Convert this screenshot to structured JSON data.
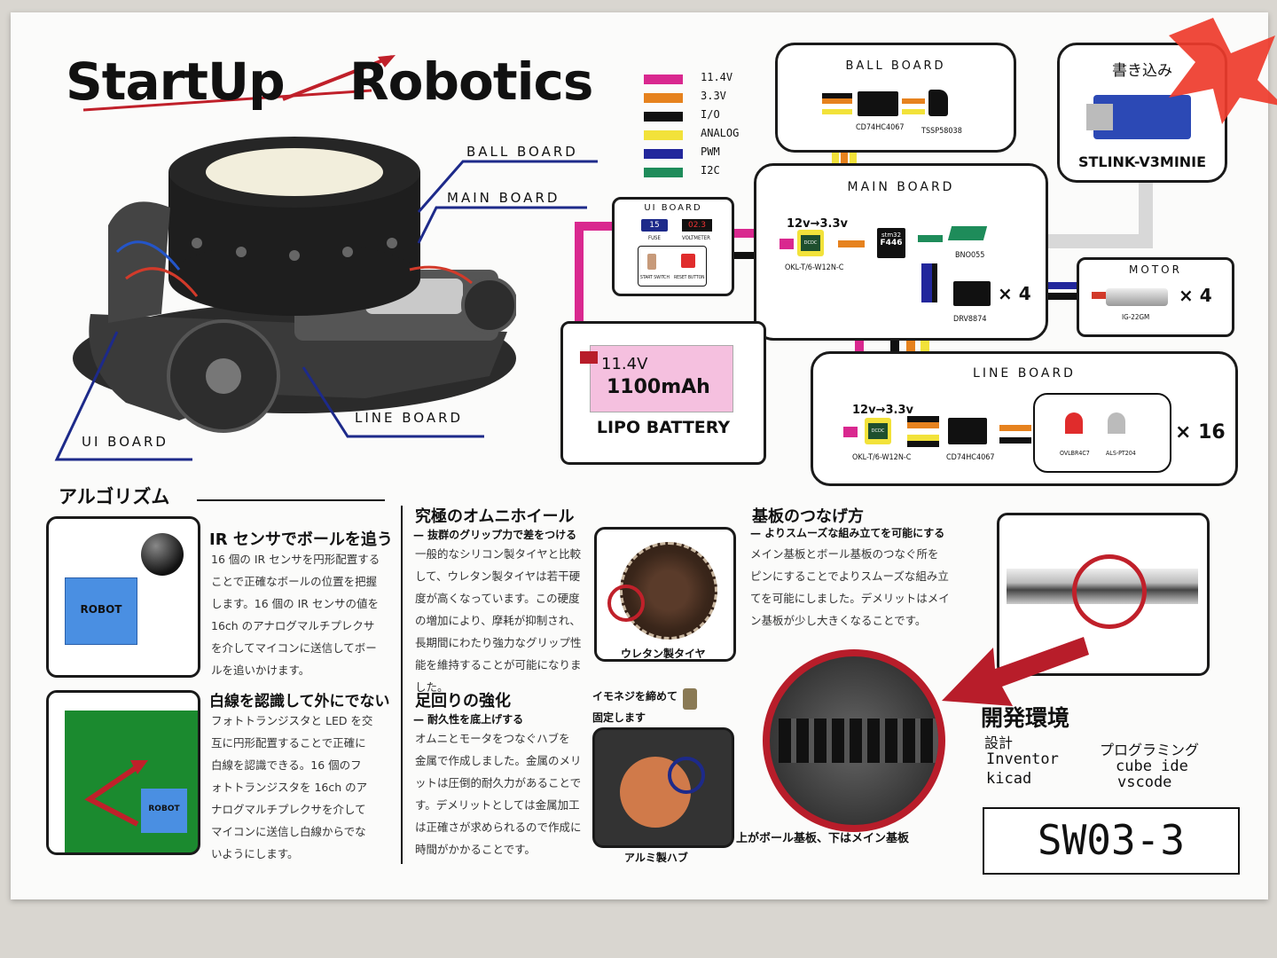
{
  "title": {
    "part1": "StartUp",
    "part2": "Robotics"
  },
  "legend": [
    {
      "label": "11.4V",
      "color": "#d9288f"
    },
    {
      "label": "3.3V",
      "color": "#e6821e"
    },
    {
      "label": "I/O",
      "color": "#111111"
    },
    {
      "label": "ANALOG",
      "color": "#f2e23a"
    },
    {
      "label": "PWM",
      "color": "#22279c"
    },
    {
      "label": "I2C",
      "color": "#1e8c5a"
    }
  ],
  "robot_labels": {
    "ball": "BALL BOARD",
    "main": "MAIN BOARD",
    "line": "LINE BOARD",
    "ui": "UI BOARD"
  },
  "ball_board": {
    "title": "BALL BOARD",
    "chip1": "CD74HC4067",
    "chip2": "TSSP58038"
  },
  "writer": {
    "title": "書き込み",
    "name": "STLINK-V3MINIE"
  },
  "ui_board": {
    "title": "UI BOARD",
    "fuse_value": "15",
    "fuse": "FUSE",
    "volt_value": "02.3",
    "volt": "VOLTMETER",
    "start": "START SWITCH",
    "reset": "RESET BUTTON"
  },
  "main_board": {
    "title": "MAIN BOARD",
    "reg_label": "12v→3.3v",
    "reg": "OKL-T/6-W12N-C",
    "dcdc": "DCDC",
    "mcu1": "stm32",
    "mcu2": "F446",
    "imu": "BNO055",
    "driver": "DRV8874",
    "mult": "× 4"
  },
  "motor": {
    "title": "MOTOR",
    "name": "IG-22GM",
    "mult": "× 4"
  },
  "battery": {
    "voltage": "11.4V",
    "capacity": "1100mAh",
    "name": "LIPO BATTERY"
  },
  "line_board": {
    "title": "LINE BOARD",
    "reg_label": "12v→3.3v",
    "reg": "OKL-T/6-W12N-C",
    "dcdc": "DCDC",
    "chip": "CD74HC4067",
    "led": "OVLBR4C7",
    "pt": "ALS-PT204",
    "mult": "× 16"
  },
  "algorithm": {
    "heading": "アルゴリズム",
    "robot": "ROBOT",
    "ir_title": "IR センサでボールを追う",
    "ir_lines": [
      "16 個の IR センサを円形配置する",
      "ことで正確なボールの位置を把握",
      "します。16 個の IR センサの値を",
      "16ch のアナログマルチプレクサ",
      "を介してマイコンに送信してボー",
      "ルを追いかけます。"
    ],
    "line_title": "白線を認識して外にでない",
    "line_lines": [
      "フォトトランジスタと LED を交",
      "互に円形配置することで正確に",
      "白線を認識できる。16 個のフ",
      "ォトトランジスタを 16ch のア",
      "ナログマルチプレクサを介して",
      "マイコンに送信し白線からでな",
      "いようにします。"
    ]
  },
  "omni": {
    "title": "究極のオムニホイール",
    "subtitle": "— 抜群のグリップ力で差をつける",
    "lines": [
      "一般的なシリコン製タイヤと比較",
      "して、ウレタン製タイヤは若干硬",
      "度が高くなっています。この硬度",
      "の増加により、摩耗が抑制され、",
      "長期間にわたり強力なグリップ性",
      "能を維持することが可能になりま",
      "した。"
    ],
    "caption": "ウレタン製タイヤ"
  },
  "hub": {
    "title": "足回りの強化",
    "subtitle": "— 耐久性を底上げする",
    "lines": [
      "オムニとモータをつなぐハブを",
      "金属で作成しました。金属のメリ",
      "ットは圧倒的耐久力があることで",
      "す。デメリットとしては金属加工",
      "は正確さが求められるので作成に",
      "時間がかかることです。"
    ],
    "screw1": "イモネジを締めて",
    "screw2": "固定します",
    "caption": "アルミ製ハブ"
  },
  "connect": {
    "title": "基板のつなげ方",
    "subtitle": "— よりスムーズな組み立てを可能にする",
    "lines": [
      "メイン基板とボール基板のつなぐ所を",
      "ピンにすることでよりスムーズな組み立",
      "てを可能にしました。デメリットはメイ",
      "ン基板が少し大きくなることです。"
    ],
    "caption": "上がボール基板、下はメイン基板"
  },
  "env": {
    "title": "開発環境",
    "design": "設計",
    "d1": "Inventor",
    "d2": "kicad",
    "prog": "プログラミング",
    "p1": "cube ide",
    "p2": "vscode"
  },
  "team_id": "SW03-3"
}
